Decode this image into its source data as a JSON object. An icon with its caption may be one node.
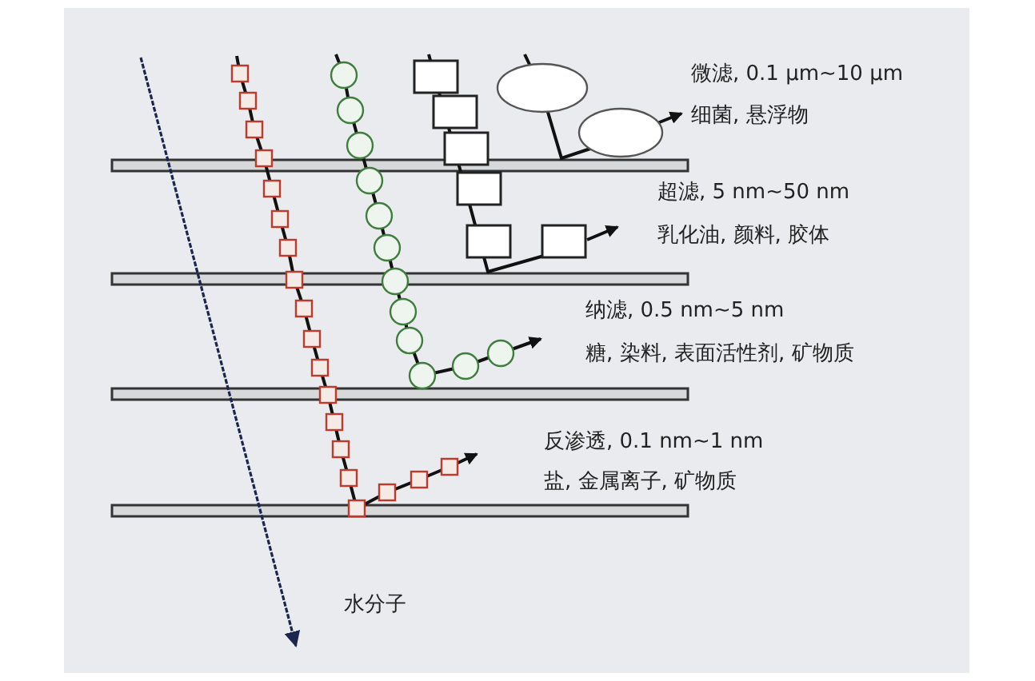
{
  "diagram": {
    "labels": [
      "微滤, 0.1 μm~10 μm",
      "细菌, 悬浮物",
      "超滤, 5 nm~50 nm",
      "乳化油, 颜料, 胶体",
      "纳滤, 0.5 nm~5 nm",
      "糖, 染料, 表面活性剂, 矿物质",
      "反渗透, 0.1 nm~1 nm",
      "盐, 金属离子, 矿物质",
      "水分子"
    ]
  }
}
